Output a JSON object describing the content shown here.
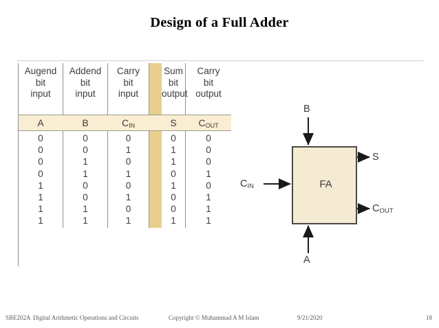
{
  "slide": {
    "title": "Design of a Full Adder"
  },
  "truth_table": {
    "column_headers": [
      {
        "line1": "Augend",
        "line2": "bit",
        "line3": "input"
      },
      {
        "line1": "Addend",
        "line2": "bit",
        "line3": "input"
      },
      {
        "line1": "Carry",
        "line2": "bit",
        "line3": "input"
      },
      {
        "line1": "Sum",
        "line2": "bit",
        "line3": "output"
      },
      {
        "line1": "Carry",
        "line2": "bit",
        "line3": "output"
      }
    ],
    "symbols": [
      {
        "base": "A",
        "sub": ""
      },
      {
        "base": "B",
        "sub": ""
      },
      {
        "base": "C",
        "sub": "IN"
      },
      {
        "base": "S",
        "sub": ""
      },
      {
        "base": "C",
        "sub": "OUT"
      }
    ],
    "columns": {
      "A": [
        "0",
        "0",
        "0",
        "0",
        "1",
        "1",
        "1",
        "1"
      ],
      "B": [
        "0",
        "0",
        "1",
        "1",
        "0",
        "0",
        "1",
        "1"
      ],
      "CIN": [
        "0",
        "1",
        "0",
        "1",
        "0",
        "1",
        "0",
        "1"
      ],
      "S": [
        "0",
        "1",
        "1",
        "0",
        "1",
        "0",
        "0",
        "1"
      ],
      "COUT": [
        "0",
        "0",
        "0",
        "1",
        "0",
        "1",
        "1",
        "1"
      ]
    },
    "colors": {
      "band_vertical": "#e8cf8e",
      "band_horizontal": "#faeed2",
      "rule": "#8e8e8e"
    }
  },
  "diagram": {
    "block_label": "FA",
    "input_top": {
      "base": "B",
      "sub": ""
    },
    "input_left": {
      "base": "C",
      "sub": "IN"
    },
    "input_bottom": {
      "base": "A",
      "sub": ""
    },
    "output_top": {
      "base": "S",
      "sub": ""
    },
    "output_bottom": {
      "base": "C",
      "sub": "OUT"
    },
    "colors": {
      "fill": "#f5ead2",
      "border": "#4a4a42"
    }
  },
  "footer": {
    "course_code": "SBE202A",
    "subject": "Digital Arithmetic Operations and Circuits",
    "copyright": "Copyright © Muhammad A M Islam",
    "date": "9/21/2020",
    "page_number": "18"
  }
}
